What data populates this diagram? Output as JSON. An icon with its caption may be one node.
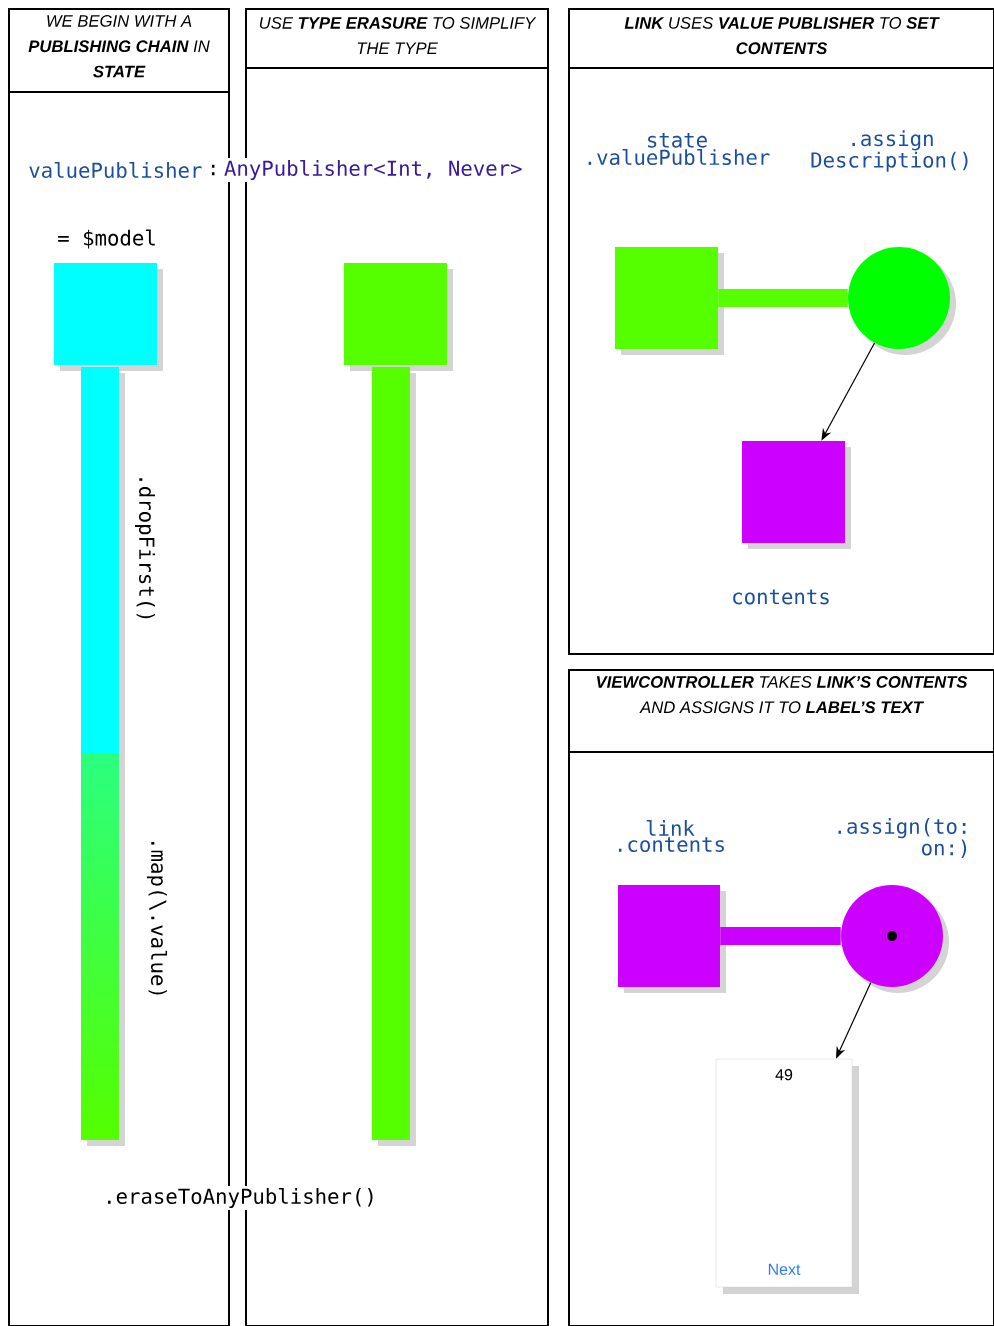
{
  "diagram": {
    "nodes": [
      {
        "text": [
          "WE BEGIN WITH A **PUBLISHING CHAIN** IN **STATE**"
        ]
      },
      {
        "text": [
          "USE **TYPE ERASURE** TO SIMPLIFY THE TYPE"
        ]
      },
      {
        "text": [
          "**LINK** USES **VALUE PUBLISHER** TO **SET CONTENTS**"
        ]
      },
      {
        "text": [
          "**VIEWCONTROLLER** TAKES **LINK’S** **CONTENTS** AND ASSIGNS IT TO **LABEL’S TEXT**"
        ]
      },
      {
        "text": [],
        "shape": "box",
        "in": 0,
        "beside": [
          "= $model"
        ]
      },
      {
        "text": [],
        "shape": "bar",
        "in": 0,
        "beside": [
          ".dropFirst()",
          ".map(\\.value)"
        ]
      },
      {
        "text": [],
        "shape": "box",
        "in": 1
      },
      {
        "text": [],
        "shape": "bar",
        "in": 1
      },
      {
        "text": [],
        "shape": "box",
        "in": 2
      },
      {
        "text": [],
        "shape": "circle",
        "in": 2,
        "beside": [
          ".assign Description()"
        ]
      },
      {
        "text": [],
        "shape": "box",
        "in": 2,
        "beside": [
          "contents"
        ]
      },
      {
        "text": [],
        "shape": "box",
        "in": 3,
        "beside": [
          "link .contents"
        ]
      },
      {
        "text": [],
        "shape": "circle",
        "in": 3,
        "beside": [
          ".assign(to: on:)"
        ]
      },
      {
        "text": [
          "49",
          "Next"
        ],
        "in": 3
      }
    ],
    "edges": [
      {
        "from": 8,
        "to": 9,
        "arrow": "none",
        "style": "thick",
        "color": "#55ff00"
      },
      {
        "from": 9,
        "to": 10,
        "arrow": "to"
      },
      {
        "from": 11,
        "to": 12,
        "arrow": "none",
        "style": "thick",
        "color": "#cc00ff"
      },
      {
        "from": 12,
        "to": 13,
        "arrow": "to"
      }
    ],
    "labels": [
      "valuePublisher",
      ":",
      "AnyPublisher<Int, Never>",
      "state .valuePublisher",
      ".eraseToAnyPublisher()"
    ]
  }
}
